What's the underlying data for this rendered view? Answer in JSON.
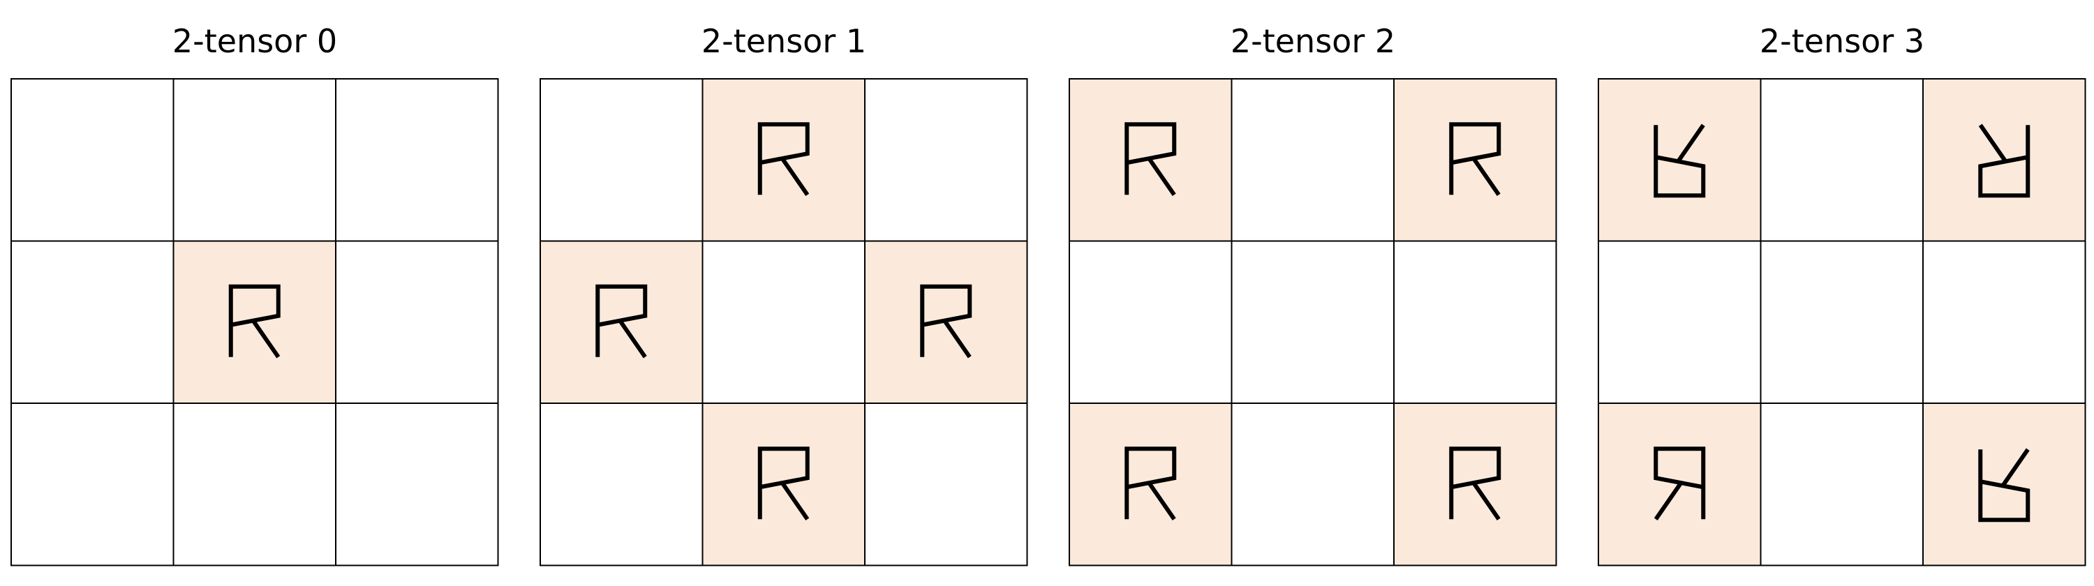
{
  "colors": {
    "highlight": "#FBEADB",
    "empty": "#FFFFFF",
    "border": "#000000",
    "glyph": "#000000"
  },
  "glyph_icon": "flag-glyph",
  "panels": [
    {
      "title": "2-tensor 0",
      "cells": [
        [
          null,
          null,
          null
        ],
        [
          null,
          {
            "rotation": 0,
            "mirror": false
          },
          null
        ],
        [
          null,
          null,
          null
        ]
      ]
    },
    {
      "title": "2-tensor 1",
      "cells": [
        [
          null,
          {
            "rotation": 0,
            "mirror": false
          },
          null
        ],
        [
          {
            "rotation": 0,
            "mirror": false
          },
          null,
          {
            "rotation": 0,
            "mirror": false
          }
        ],
        [
          null,
          {
            "rotation": 0,
            "mirror": false
          },
          null
        ]
      ]
    },
    {
      "title": "2-tensor 2",
      "cells": [
        [
          {
            "rotation": 0,
            "mirror": false
          },
          null,
          {
            "rotation": 0,
            "mirror": false
          }
        ],
        [
          null,
          null,
          null
        ],
        [
          {
            "rotation": 0,
            "mirror": false
          },
          null,
          {
            "rotation": 0,
            "mirror": false
          }
        ]
      ]
    },
    {
      "title": "2-tensor 3",
      "cells": [
        [
          {
            "rotation": 180,
            "mirror": true
          },
          null,
          {
            "rotation": 180,
            "mirror": false
          }
        ],
        [
          null,
          null,
          null
        ],
        [
          {
            "rotation": 0,
            "mirror": true
          },
          null,
          {
            "rotation": 180,
            "mirror": true
          }
        ]
      ]
    }
  ]
}
